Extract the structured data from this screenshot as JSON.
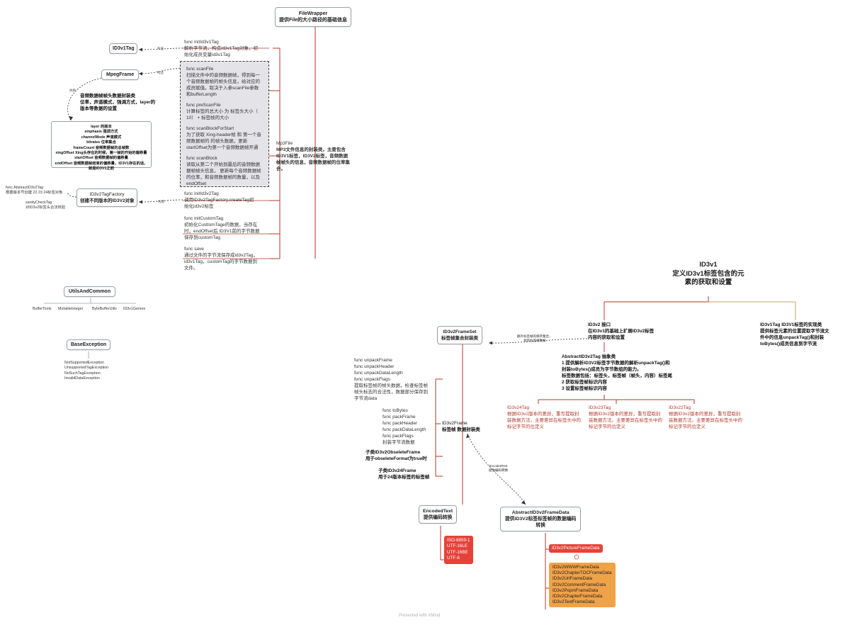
{
  "file_wrapper": {
    "title": "FileWrapper",
    "desc": "提供File的大小路径的基础信息"
  },
  "id3v1tag_node": "ID3v1Tag",
  "init_id3v1": {
    "lines": [
      "func initId3v1Tag",
      "解析字节流，构造id3v1Tag对象，初",
      "始化成员变量id3v1Tag"
    ]
  },
  "mpeg_frame": "MpegFrame",
  "mpeg_note": {
    "lines": [
      "音频数据帧帧头数据封装类",
      "位率，声道模式，强调方式，layer的",
      "版本等数据的设置"
    ]
  },
  "mpeg_fields": [
    "layer 的版本",
    "emphasis 强调方式",
    "channelMode 声道模式",
    "bitrates 位率集合",
    "frameCount 音频数据帧的总帧数",
    "xingOffset Xing头存在的时候，第一帧的开始的偏移量",
    "startOffset 音频数据帧的偏移量",
    "endOffset 音频数据帧结束的偏移量，ID3V1存在的话，",
    "就是ID3V1之前"
  ],
  "scan_group": [
    {
      "lines": [
        "func scanFile",
        "扫描文件中的音频数据帧，得到每一",
        "个音频数据帧的帧头信息，给对应的",
        "成员赋值。取决于入参scanFile参数",
        "和bufferLength"
      ]
    },
    {
      "lines": [
        "func preScanFile",
        "计算标签的总大小 为 标签头大小（",
        "10） + 标签帧的大小"
      ]
    },
    {
      "lines": [
        "func scanBlockForStart",
        "为了获取 Xing-header帧 和 第一个音",
        "频数据帧的 的帧头数据，更新",
        "startOffset为第一个音频数据帧开通"
      ]
    },
    {
      "lines": [
        "func scanBlock",
        "读取从第二个开始到最后的音频数据",
        "据帧帧头信息， 更新每个音频数据帧",
        "的位率，和音频数据帧的数量，以及",
        "endOffset"
      ]
    }
  ],
  "mp3file": {
    "lines": [
      "Mp3File",
      "MP3文件信息的封装类，主要包含",
      "ID3V1标签，ID3V2标签，音频数据",
      "帧帧头的信息，音频数据帧的位率集",
      "合。"
    ]
  },
  "init_id3v2": {
    "lines": [
      "func initId3v2Tag",
      "调用ID3v2TagFactory.createTag初",
      "始化id3v2标签"
    ]
  },
  "factory": {
    "title": "ID3v2TagFactory",
    "desc": "创建不同版本的ID3V2对象"
  },
  "factory_note": {
    "lines": [
      "func AbstractID3v2Tag",
      "根据版本号创建 22 23 24标签对象"
    ]
  },
  "sanity": {
    "lines": [
      "sanityCheckTag",
      "对ID3v2标签头合法校验"
    ]
  },
  "init_custom": {
    "lines": [
      "func initCustomTag",
      "初始化CusttomTage的数据，当存在",
      "时，endOffset后 ID3V1前的字节数据",
      "保存到customTag"
    ]
  },
  "save": {
    "lines": [
      "func save",
      "通过文件的字节流保存成id3v2Tag，",
      "id3v1Tag，customTag的字节数据到",
      "文件。"
    ]
  },
  "edge_labels": {
    "l1": "构造",
    "l2": "构造",
    "l3": "依赖",
    "l4": "构建"
  },
  "utils": {
    "title": "UtilsAndCommon",
    "children": [
      "BufferTools",
      "MutableInteger",
      "ByteBufferUtils",
      "ID3v1Genres"
    ]
  },
  "base_exception": {
    "title": "BaseException",
    "children": [
      "NotSupportedException",
      "UnsupportedTagException",
      "NoSuchTagException",
      "InvalidDataException"
    ]
  },
  "id3v1_root": {
    "lines": [
      "ID3v1",
      "定义ID3v1标签包含的元",
      "素的获取和设置"
    ]
  },
  "id3v2_interface": {
    "lines": [
      "ID3v2  接口",
      "在ID3v1的基础上扩展ID3v2标签",
      "内容的获取和设置"
    ]
  },
  "id3v1_impl": {
    "lines": [
      "ID3v1Tag   ID3V1标签的实现类",
      "提供标签元素的位置提取字节流文",
      "件中的信息unpackTag()和封装",
      "toBytes()成员信息到字节流"
    ]
  },
  "abstract_id3v2": {
    "lines": [
      "AbstractID3v2Tag  抽象类",
      "1 提供解析ID3V2标签字节数据的解析unpackTag()和",
      "封装toBytes()成员为字节数组的能力。",
      "标签数据包括：标签头，标签帧（帧头，内容）标签尾",
      "2 获取标签帧标识内容",
      "3 设置标签帧标识内容"
    ]
  },
  "v24": {
    "lines": [
      "ID3v24Tag",
      "根据ID3v2版本的差异，重写提取封",
      "装数据方法，主要差异在标签头中的",
      "标记字节的位定义"
    ]
  },
  "v23": {
    "lines": [
      "ID3v23Tag",
      "根据ID3v2版本的差异，重写提取封",
      "装数据方法，主要差异在标签头中的",
      "标记字节的位定义"
    ]
  },
  "v22": {
    "lines": [
      "ID3v22Tag",
      "根据ID3v2版本的差异，重写提取封",
      "装数据方法，主要差异在标签头中的",
      "标记字节的位定义"
    ]
  },
  "frameset": {
    "title": "ID3v2FrameSet",
    "desc": "标签帧集合封装类"
  },
  "frameset_note": {
    "lines": [
      "额外标签帧的保存集合，",
      "封装标签帧数据"
    ]
  },
  "unpack": {
    "lines": [
      "func unpackFrame",
      "func unpackHeader",
      "func unpackDataLength",
      "func unpackFlags",
      "提取标签帧的帧头数据，检查标签帧",
      "帧头标志的合法性，数据部分保存到",
      "字节流data"
    ]
  },
  "id3v2frame": {
    "lines": [
      "ID3v2Frame",
      "标签帧 数据封装类"
    ]
  },
  "tobytes": {
    "lines": [
      "func toBytes",
      "func packFrame",
      "func packHeader",
      "func packDataLength",
      "func packFlags",
      "封装字节流数据"
    ]
  },
  "obsolete": {
    "lines": [
      "子类ID3v2ObseleteFrame",
      "用于obseleteFormat为true时"
    ]
  },
  "v24frame": {
    "lines": [
      "子类ID3v24Frame",
      "用于24版本标签的标签帧"
    ]
  },
  "encoded_note": {
    "lines": [
      "EncodedText",
      "提供编码转换"
    ]
  },
  "abstract_framedata": {
    "lines": [
      "AbstractID3v2FrameData",
      "提供ID3V2标签标签帧的数据编码",
      "转换"
    ]
  },
  "encodedtext": {
    "title": "EncodedText",
    "desc": "提供编码转换"
  },
  "encodings": [
    "ISO-8859-1",
    "UTF-16LE",
    "UTF-16BE",
    "UTF-8"
  ],
  "picture": "ID3v2PictureFrameData",
  "framedata_list": [
    "ID3v2WWWFrameData",
    "ID3v2ChapterTOCFrameData",
    "ID3v2UrlFrameData",
    "ID3v2CommentFrameData",
    "ID3v2PopmFrameData",
    "ID3v2ChapterFrameData",
    "ID3v2TextFrameData"
  ],
  "footer": "Presented with XMind",
  "colors": {
    "red_branch": "#b33a2a",
    "tan_branch": "#c9a36a",
    "red_fill": "#e5433a",
    "orange_fill": "#f0a248",
    "dash_fill": "#e3e3e8"
  }
}
